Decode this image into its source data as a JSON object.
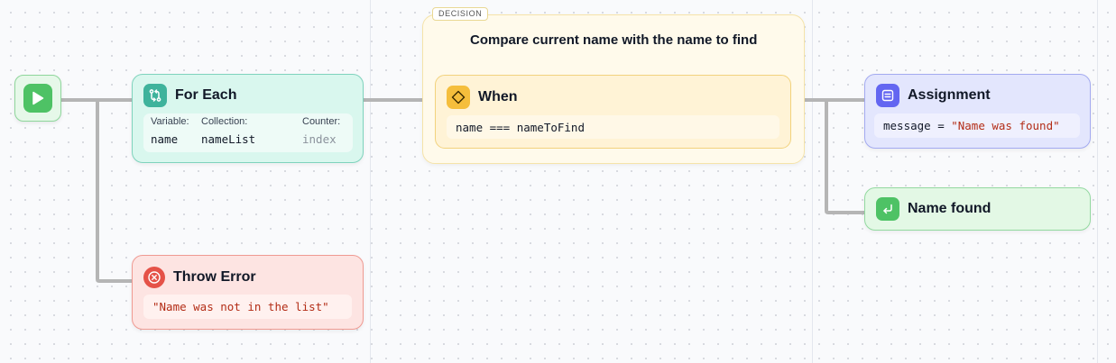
{
  "colors": {
    "start": "#4ec265",
    "for_each": "#3fb39c",
    "throw_error": "#e55248",
    "decision": "#f5be3c",
    "assignment": "#6366f1",
    "name_found": "#4ec265",
    "edge": "#b5b5b5"
  },
  "start": {
    "icon": "play-icon"
  },
  "for_each": {
    "icon": "loop-arrows-icon",
    "title": "For Each",
    "variable_label": "Variable:",
    "variable_value": "name",
    "collection_label": "Collection:",
    "collection_value": "nameList",
    "counter_label": "Counter:",
    "counter_value": "index"
  },
  "throw_error": {
    "icon": "x-circle-icon",
    "title": "Throw Error",
    "message": "\"Name was not in the list\""
  },
  "decision": {
    "tag": "DECISION",
    "title": "Compare current name with the name to find",
    "when": {
      "icon": "diamond-icon",
      "title": "When",
      "condition": "name === nameToFind"
    }
  },
  "assignment": {
    "icon": "list-icon",
    "title": "Assignment",
    "target": "message",
    "operator": "=",
    "value": "\"Name was found\""
  },
  "name_found": {
    "icon": "return-arrow-icon",
    "title": "Name found"
  }
}
